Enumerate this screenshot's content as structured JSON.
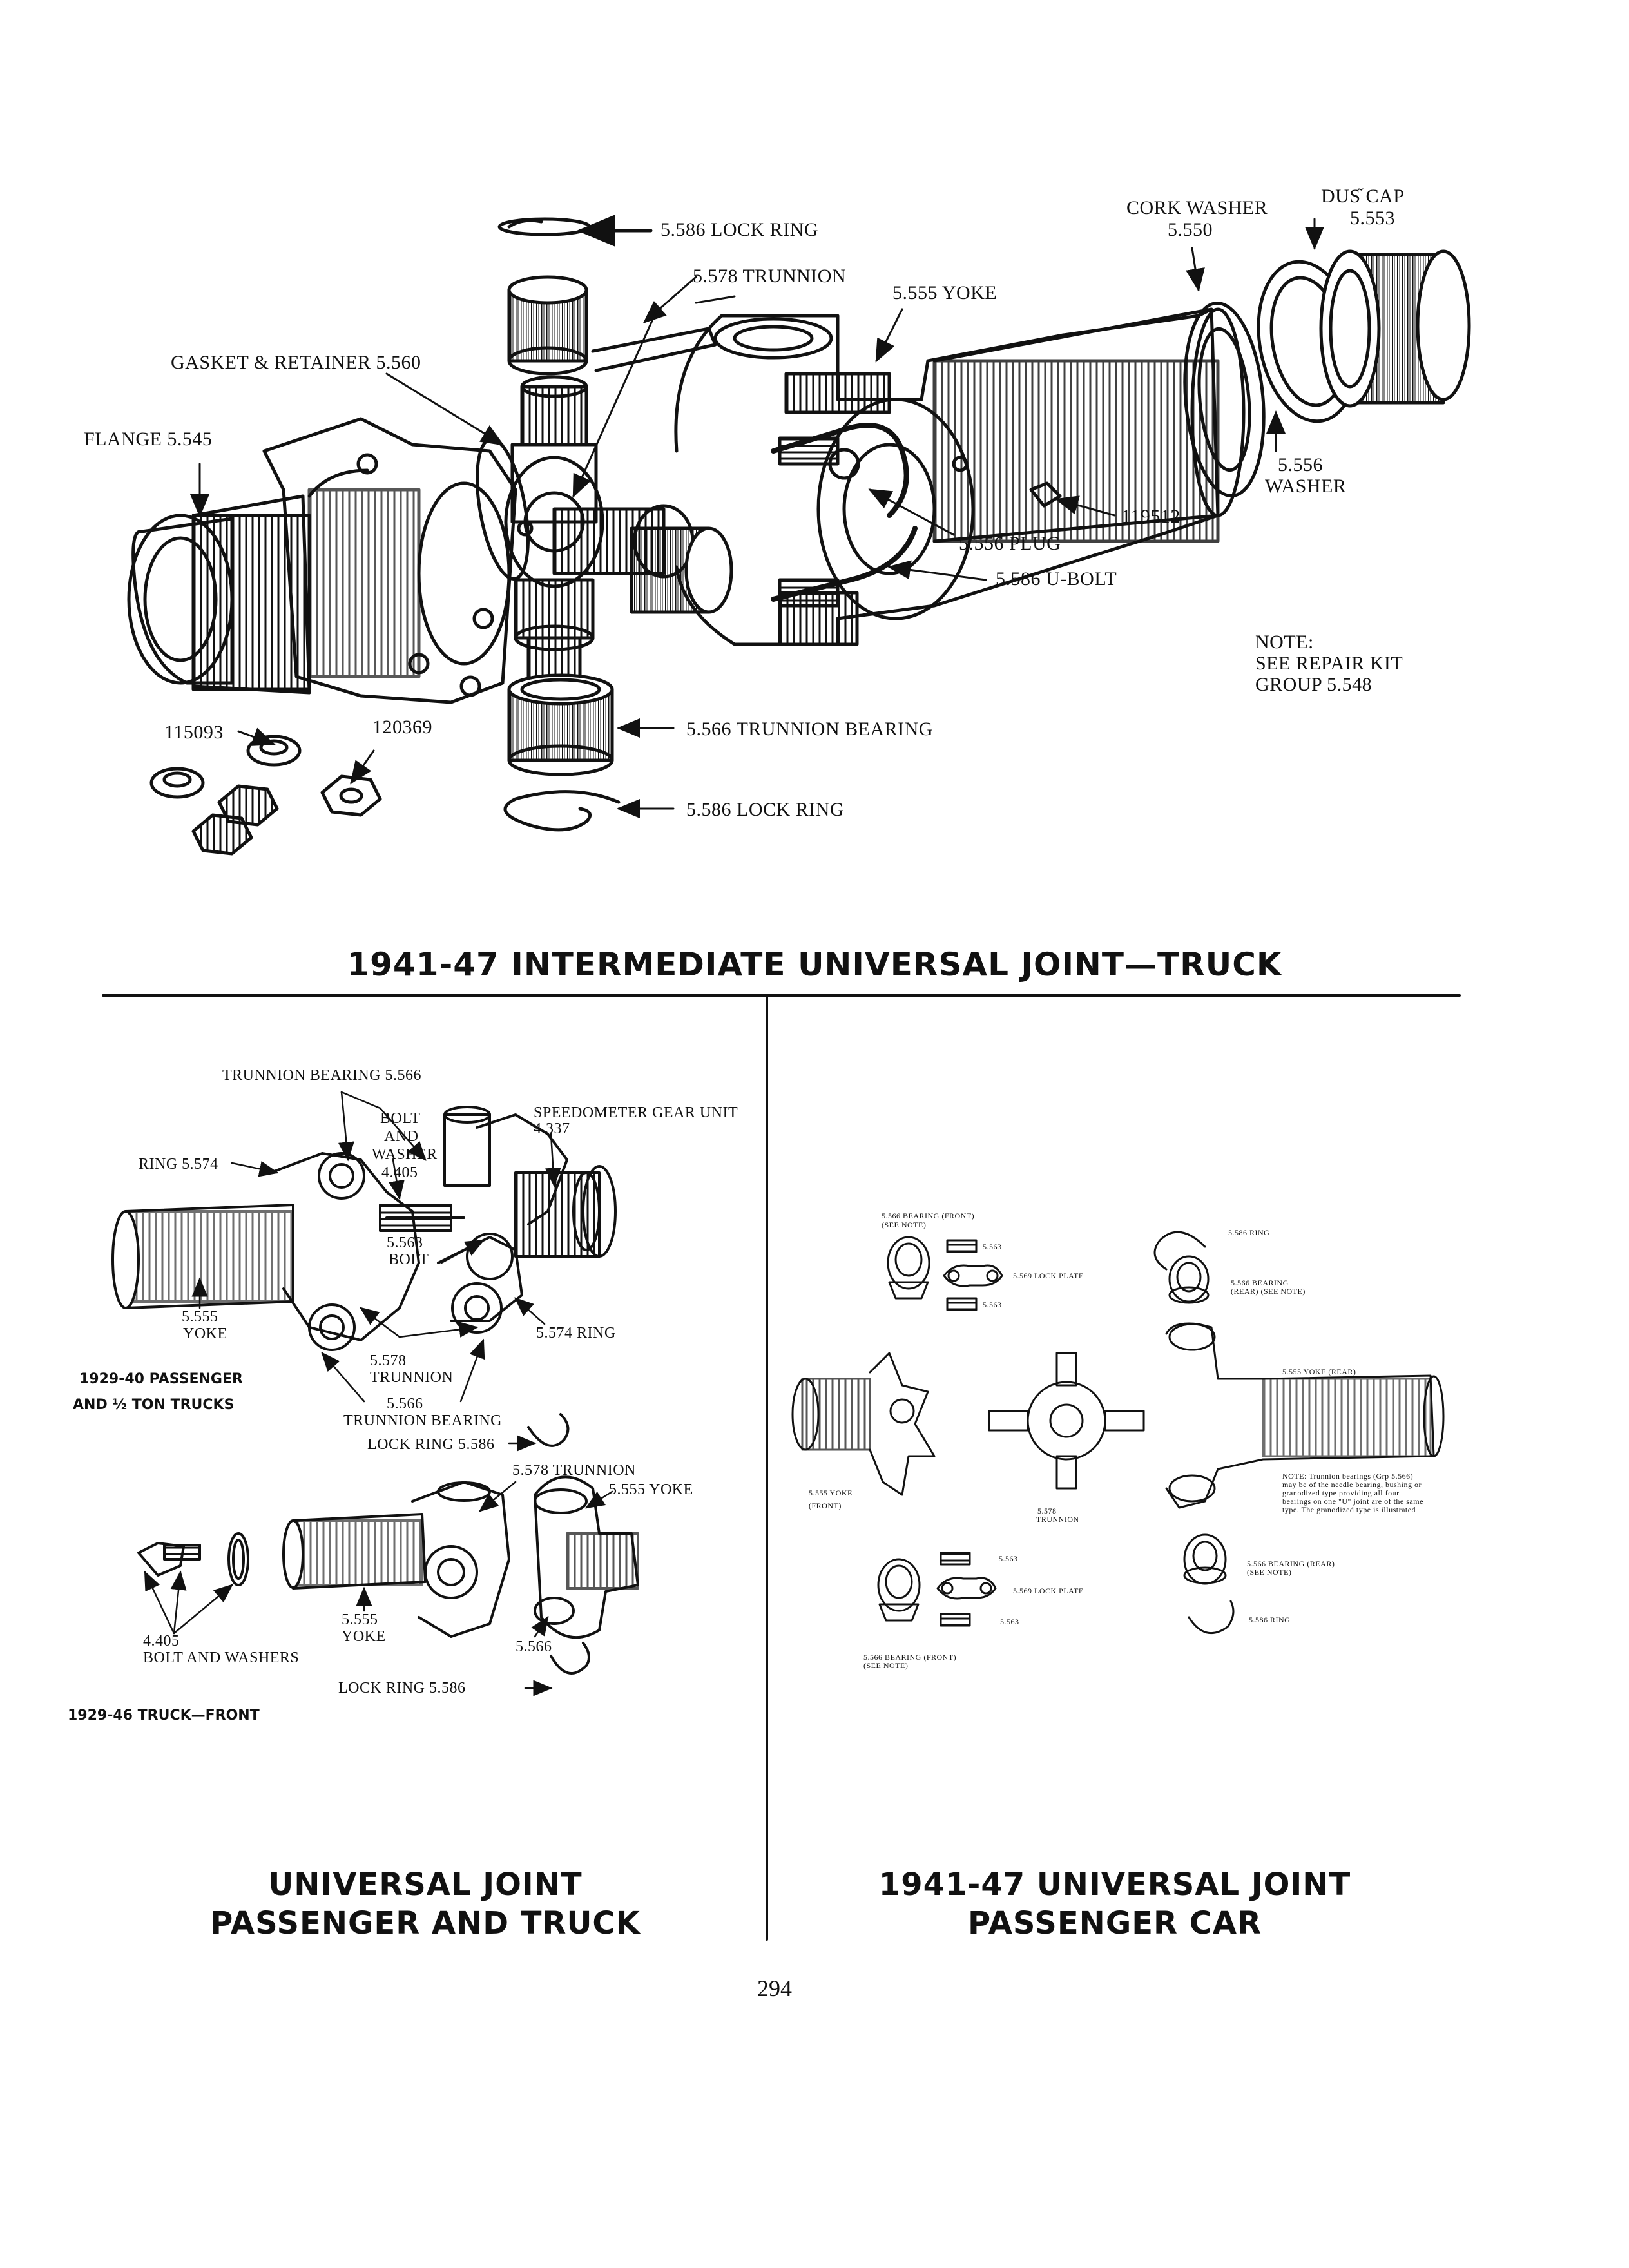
{
  "page_number": "294",
  "top_figure": {
    "title": "1941-47 INTERMEDIATE UNIVERSAL JOINT—TRUCK",
    "labels": {
      "lock_ring_top": "5.586 LOCK RING",
      "trunnion": "5.578 TRUNNION",
      "yoke": "5.555 YOKE",
      "cork_washer_1": "CORK WASHER",
      "cork_washer_2": "5.550",
      "dust_cap_1": "DUS᷉ CAP",
      "dust_cap_2": "5.553",
      "gasket": "GASKET & RETAINER 5.560",
      "flange": "FLANGE 5.545",
      "washer_1": "5.556",
      "washer_2": "WASHER",
      "part_119512": "119512",
      "plug": "5.556 PLUG",
      "ubolt": "5.586 U-BOLT",
      "note_1": "NOTE:",
      "note_2": "SEE REPAIR KIT",
      "note_3": "GROUP 5.548",
      "part_115093": "115093",
      "part_120369": "120369",
      "trunnion_bearing": "5.566 TRUNNION BEARING",
      "lock_ring_bottom": "5.586 LOCK RING"
    }
  },
  "left_figure": {
    "title_line1": "UNIVERSAL JOINT",
    "title_line2": "PASSENGER AND TRUCK",
    "labels": {
      "trunnion_bearing": "TRUNNION BEARING 5.566",
      "bolt_1": "BOLT",
      "bolt_2": "AND",
      "bolt_3": "WASHER",
      "bolt_4": "4.405",
      "speedo_1": "SPEEDOMETER GEAR UNIT",
      "speedo_2": "4.337",
      "ring_5574_left": "RING 5.574",
      "bolt5563_1": "5.563",
      "bolt5563_2": "BOLT",
      "yoke_1": "5.555",
      "yoke_2": "YOKE",
      "ring_5574_right": "5.574 RING",
      "trunnion_1": "5.578",
      "trunnion_2": "TRUNNION",
      "bearing_1": "5.566",
      "bearing_2": "TRUNNION BEARING",
      "lockring1": "LOCK RING 5.586",
      "caption1_line1": "1929-40 PASSENGER",
      "caption1_line2": "AND ½ TON TRUCKS",
      "trunnion578": "5.578 TRUNNION",
      "yoke555": "5.555 YOKE",
      "bolt405_1": "4.405",
      "bolt405_2": "BOLT AND WASHERS",
      "yoke2_1": "5.555",
      "yoke2_2": "YOKE",
      "bearing566": "5.566",
      "lockring2": "LOCK RING 5.586",
      "caption2": "1929-46 TRUCK—FRONT"
    }
  },
  "right_figure": {
    "title_line1": "1941-47 UNIVERSAL JOINT",
    "title_line2": "PASSENGER CAR",
    "labels": {
      "bearing_front_top_1": "5.566 BEARING (FRONT)",
      "bearing_front_top_2": "(SEE NOTE)",
      "p5563_a": "5.563",
      "lockplate_a": "5.569 LOCK PLATE",
      "p5563_b": "5.563",
      "ring_586": "5.586 RING",
      "bearing_rear_top_1": "5.566 BEARING",
      "bearing_rear_top_2": "(REAR) (SEE NOTE)",
      "yoke_rear": "5.555 YOKE (REAR)",
      "yoke_front_1": "5.555 YOKE",
      "yoke_front_2": "(FRONT)",
      "trunnion_1": "5.578",
      "trunnion_2": "TRUNNION",
      "note": "NOTE: Trunnion bearings (Grp 5.566) may be of the needle bearing, bushing or granodized type providing all four bearings on one \"U\" joint are of the same type. The granodized type is illustrated",
      "p5563_c": "5.563",
      "lockplate_b": "5.569 LOCK PLATE",
      "p5563_d": "5.563",
      "bearing_rear_bot_1": "5.566 BEARING (REAR)",
      "bearing_rear_bot_2": "(SEE NOTE)",
      "ring_586b": "5.586 RING",
      "bearing_front_bot_1": "5.566 BEARING (FRONT)",
      "bearing_front_bot_2": "(SEE NOTE)"
    }
  }
}
